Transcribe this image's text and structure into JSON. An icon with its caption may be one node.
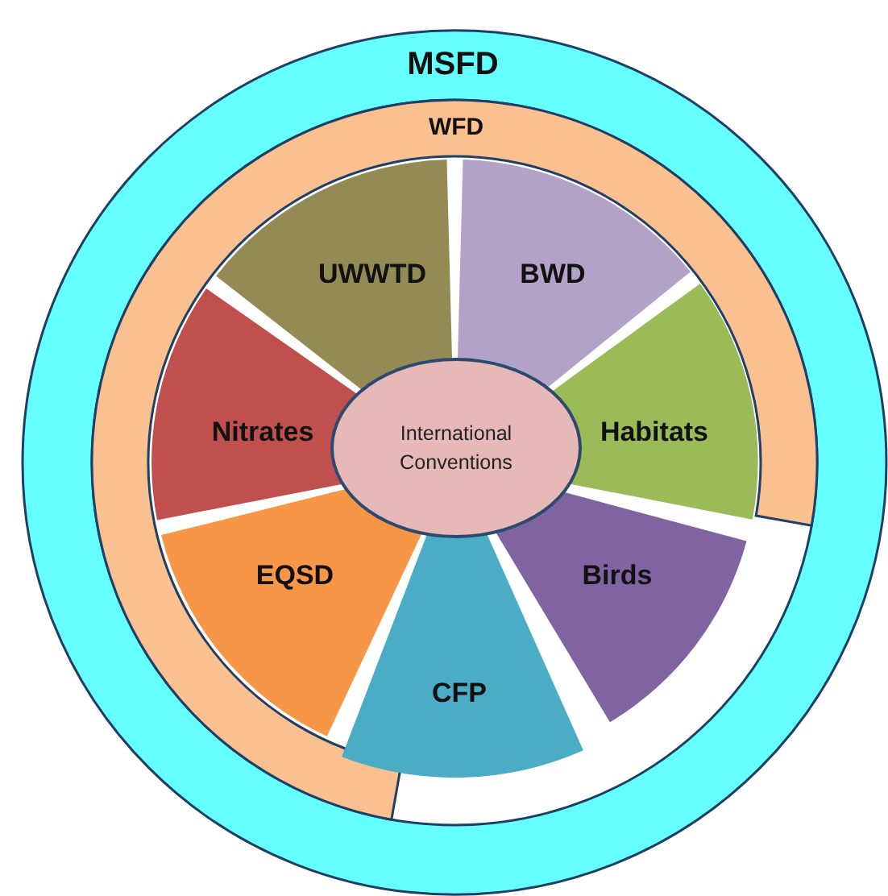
{
  "diagram": {
    "nodes": [
      {
        "text": [
          "MSFD"
        ]
      },
      {
        "text": [
          "WFD"
        ],
        "in": 0
      },
      {
        "text": [
          "UWWTD"
        ],
        "in": 0
      },
      {
        "text": [
          "BWD"
        ],
        "in": 0
      },
      {
        "text": [
          "Nitrates"
        ],
        "in": 0
      },
      {
        "text": [
          "International Conventions"
        ],
        "in": 0
      },
      {
        "text": [
          "Habitats"
        ],
        "in": 0
      },
      {
        "text": [
          "EQSD"
        ],
        "in": 0
      },
      {
        "text": [
          "Birds"
        ],
        "in": 0
      },
      {
        "text": [
          "CFP"
        ],
        "in": 0
      }
    ]
  }
}
